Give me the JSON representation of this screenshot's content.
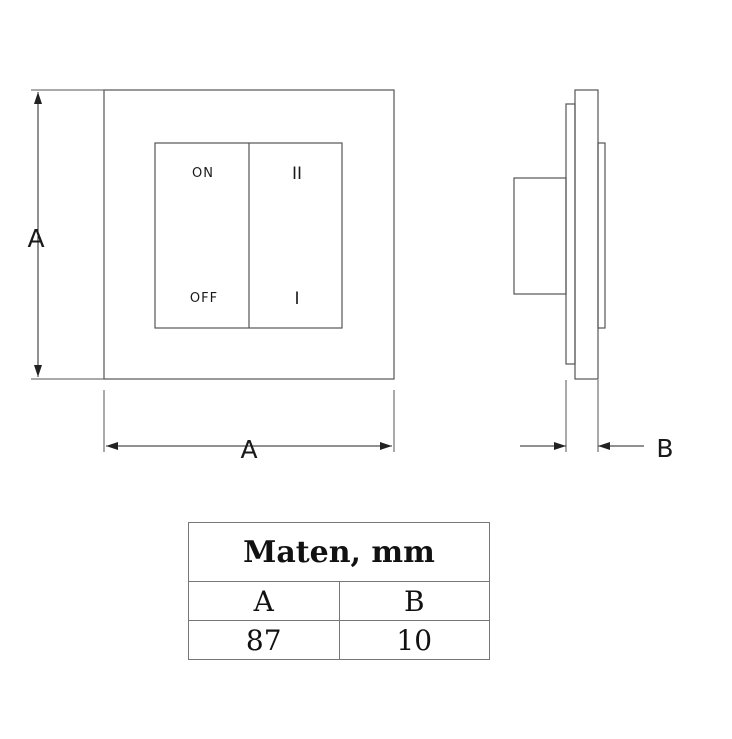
{
  "front_view": {
    "dimension_vertical_label": "A",
    "dimension_horizontal_label": "A",
    "rocker_left": {
      "top_label": "ON",
      "bottom_label": "OFF"
    },
    "rocker_right": {
      "top_label": "II",
      "bottom_label": "I"
    }
  },
  "side_view": {
    "dimension_depth_label": "B"
  },
  "table": {
    "title": "Maten, mm",
    "headers": [
      "A",
      "B"
    ],
    "values": [
      "87",
      "10"
    ]
  }
}
